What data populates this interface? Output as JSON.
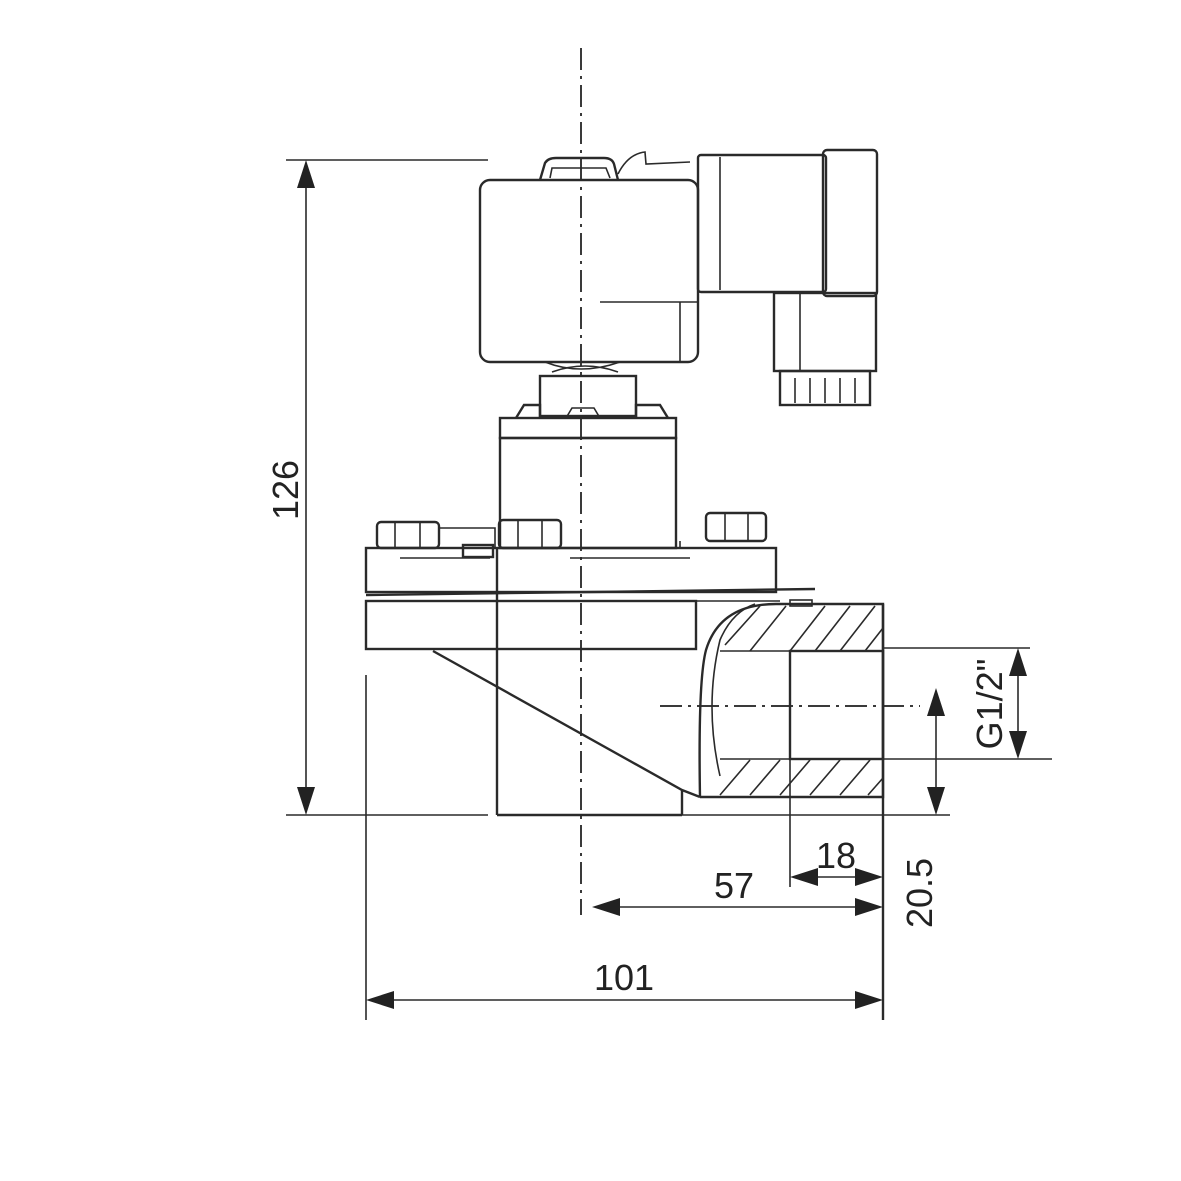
{
  "dimensions": {
    "height": "126",
    "width_total": "101",
    "center_to_port": "57",
    "thread_depth": "18",
    "port_center_height": "20.5",
    "thread": "G1/2\""
  },
  "colors": {
    "line": "#2a2a2a",
    "background": "#ffffff"
  }
}
